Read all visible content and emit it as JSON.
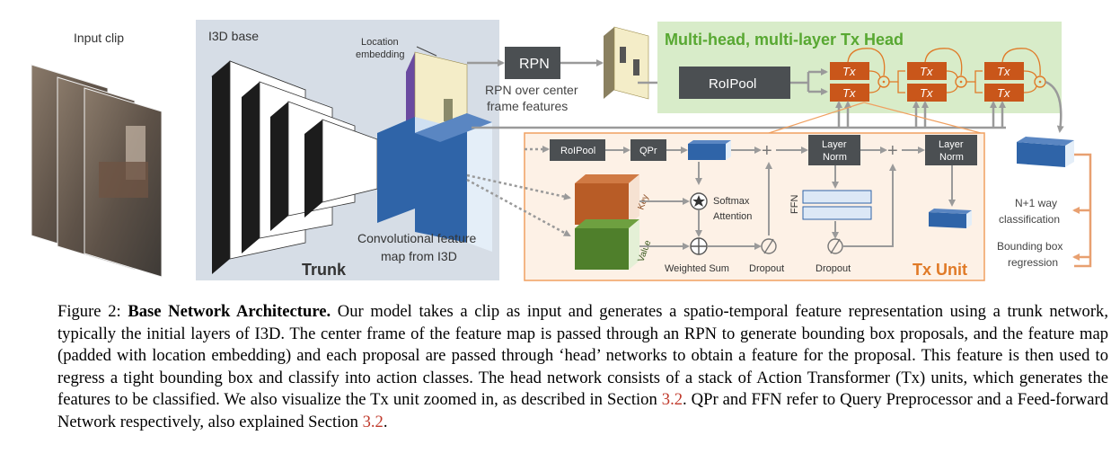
{
  "figure": {
    "input_clip": "Input clip",
    "i3d_base": "I3D base",
    "trunk": "Trunk",
    "location_embedding": [
      "Location",
      "embedding"
    ],
    "conv_feature": [
      "Convolutional feature",
      "map from I3D"
    ],
    "rpn": "RPN",
    "rpn_caption": [
      "RPN over center",
      "frame features"
    ],
    "head_title": "Multi-head, multi-layer Tx Head",
    "roipool": "RoIPool",
    "tx": "Tx",
    "tx_unit": "Tx Unit",
    "unit_roipool": "RoIPool",
    "qpr": "QPr",
    "layer_norm": [
      "Layer",
      "Norm"
    ],
    "key": "Key",
    "value": "Value",
    "softmax": [
      "Softmax",
      "Attention"
    ],
    "weighted_sum": "Weighted Sum",
    "dropout": "Dropout",
    "ffn": "FFN",
    "classification": [
      "N+1 way",
      "classification"
    ],
    "regression": [
      "Bounding box",
      "regression"
    ]
  },
  "caption": {
    "label": "Figure 2:",
    "title": "Base Network Architecture.",
    "text_1": "Our model takes a clip as input and generates a spatio-temporal feature representation using a trunk network, typically the initial layers of I3D. The center frame of the feature map is passed through an RPN to generate bounding box proposals, and the feature map (padded with location embedding) and each proposal are passed through ‘head’ networks to obtain a feature for the proposal. This feature is then used to regress a tight bounding box and classify into action classes. The head network consists of a stack of Action Transformer (Tx) units, which generates the features to be classified. We also visualize the Tx unit zoomed in, as described in Section",
    "ref_1": "3.2",
    "text_2": ". QPr and FFN refer to Query Preprocessor and a Feed-forward Network respectively, also explained Section",
    "ref_2": "3.2",
    "text_3": "."
  },
  "colors": {
    "trunk_bg": "#d6dde6",
    "head_bg": "#d8ecc9",
    "unit_bg": "#fdf1e6",
    "unit_border": "#f0a060",
    "tx_orange": "#c9561a",
    "dark_box": "#4b4f52",
    "blue": "#2f64a8",
    "key_orange": "#b85c26",
    "value_green": "#4f7f2b",
    "head_title_green": "#58a832",
    "tx_unit_orange": "#e07a27"
  }
}
